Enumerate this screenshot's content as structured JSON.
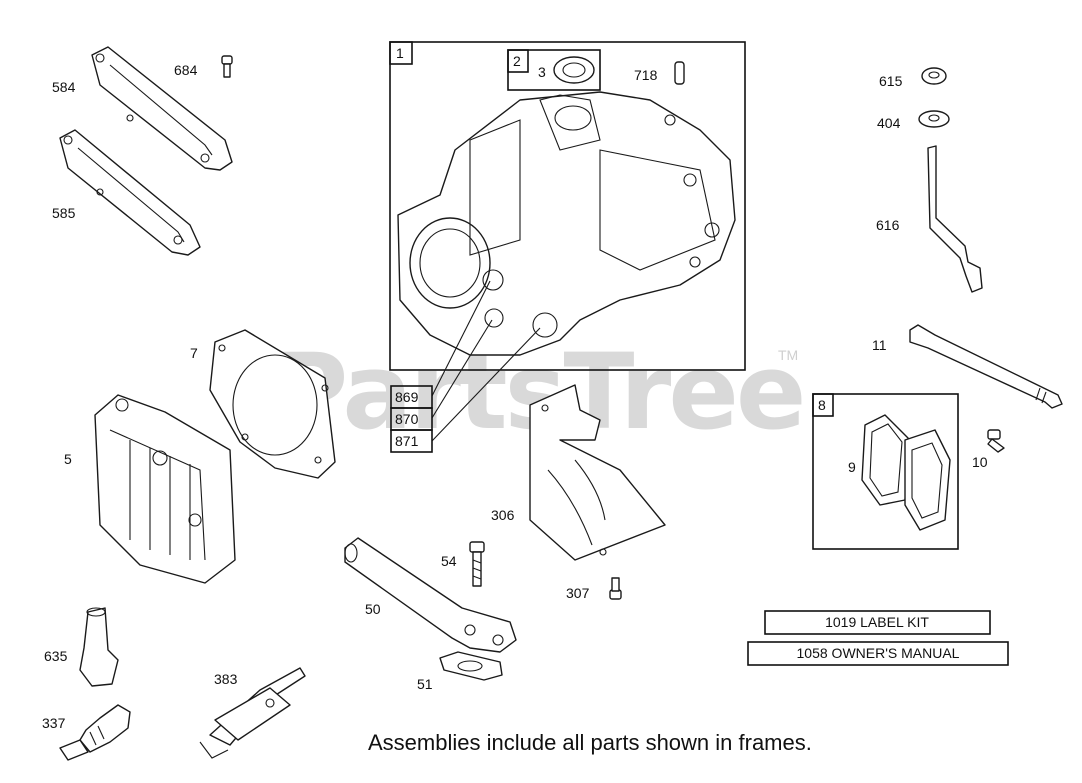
{
  "watermark": {
    "brand": "PartsTree",
    "trademark": "TM"
  },
  "frames": [
    {
      "id": "1"
    },
    {
      "id": "2"
    },
    {
      "id": "8"
    }
  ],
  "callouts": {
    "p1": "1",
    "p2": "2",
    "p3": "3",
    "p718": "718",
    "p615": "615",
    "p404": "404",
    "p616": "616",
    "p11": "11",
    "p8": "8",
    "p9": "9",
    "p10": "10",
    "p584": "584",
    "p684": "684",
    "p585": "585",
    "p7": "7",
    "p5": "5",
    "p869": "869",
    "p870": "870",
    "p871": "871",
    "p306": "306",
    "p307": "307",
    "p54": "54",
    "p50": "50",
    "p51": "51",
    "p635": "635",
    "p337": "337",
    "p383": "383"
  },
  "kits": {
    "label_kit": "1019 LABEL KIT",
    "owners_manual": "1058 OWNER'S MANUAL"
  },
  "note": "Assemblies include all parts shown in frames."
}
